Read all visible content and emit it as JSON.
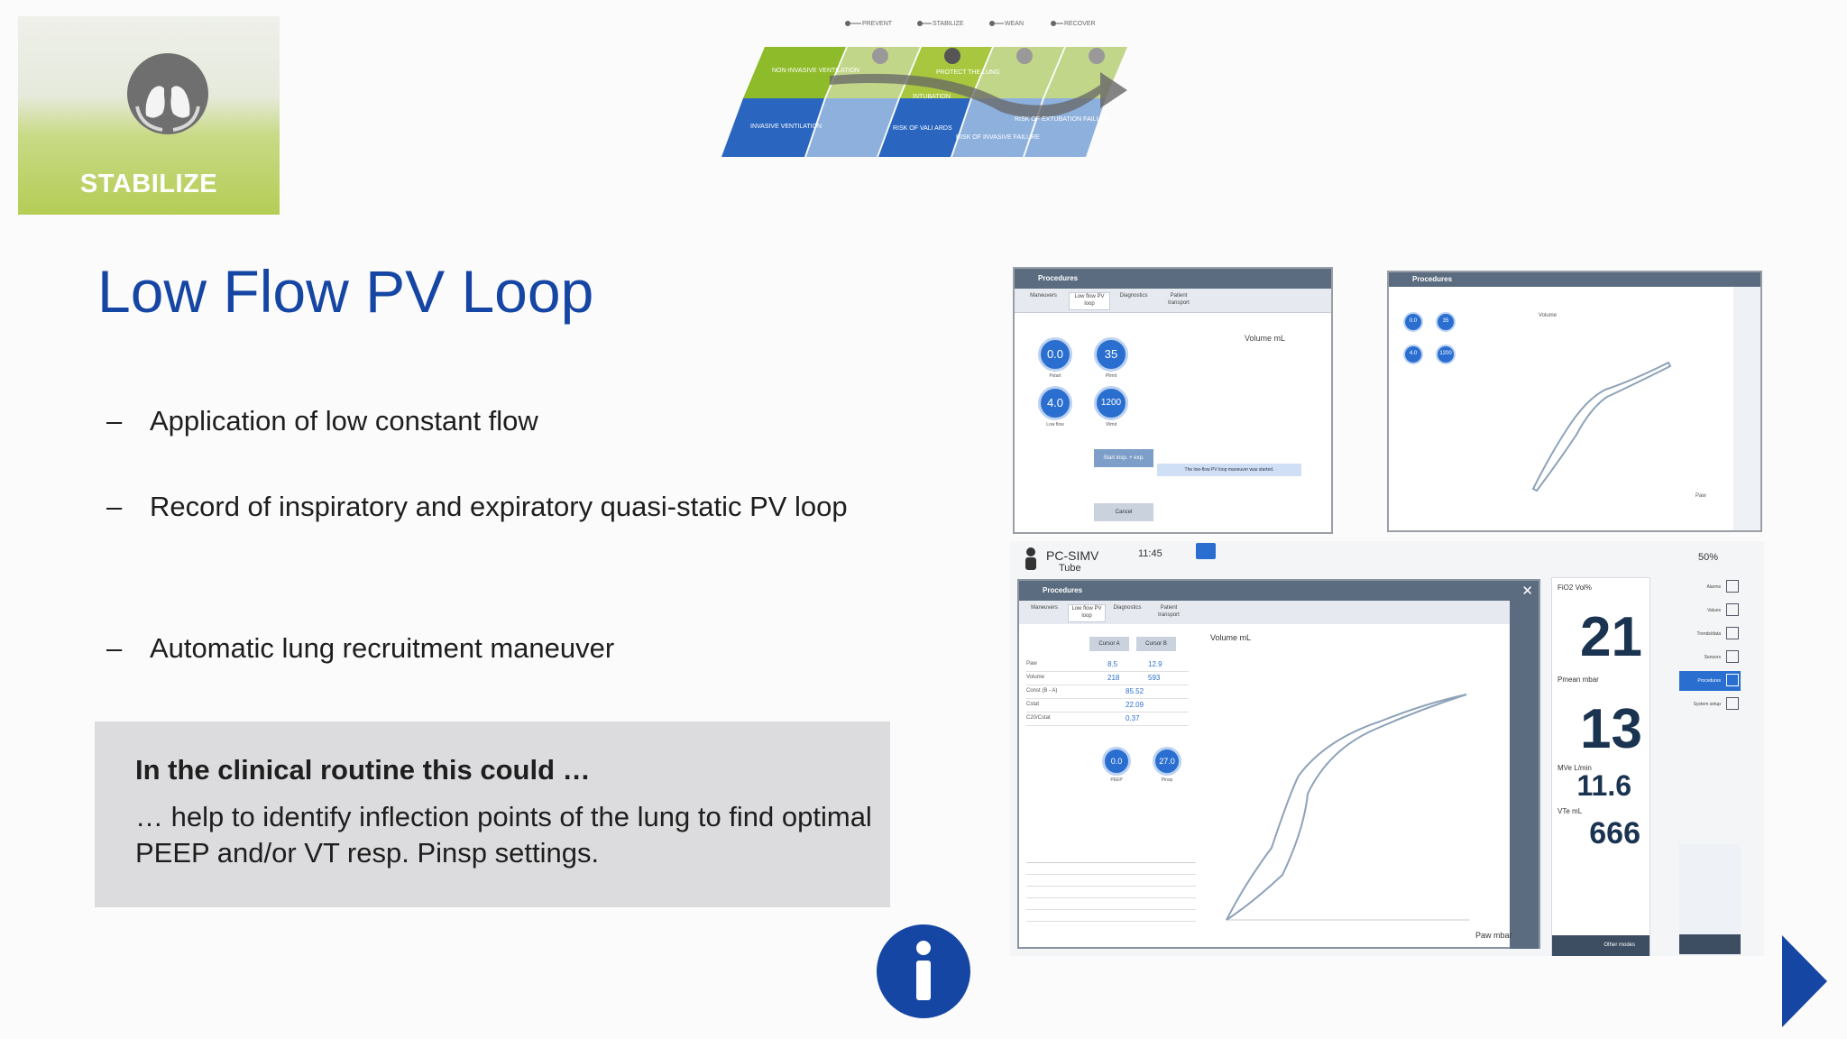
{
  "header": {
    "phase_tile": {
      "label": "STABILIZE",
      "icon": "lungs-icon"
    },
    "process": {
      "phases": [
        "PREVENT",
        "STABILIZE",
        "WEAN",
        "RECOVER"
      ],
      "rows": [
        "NON-INVASIVE VENTILATION",
        "INVASIVE VENTILATION"
      ],
      "labels": [
        "INTUBATION",
        "RISK OF VALI ARDS",
        "RISK OF INVASIVE FAILURE",
        "RISK OF EXTUBATION FAILURE",
        "PROTECT THE LUNG"
      ]
    }
  },
  "main": {
    "title": "Low Flow PV Loop",
    "bullets": [
      "Application of low constant flow",
      "Record of inspiratory and expiratory quasi-static PV loop",
      "Automatic lung recruitment maneuver"
    ],
    "bullet_dash": "–",
    "clinical": {
      "heading": "In the clinical routine this could …",
      "body": "… help to identify inflection points of the lung to find optimal PEEP and/or VT resp. Pinsp settings."
    }
  },
  "screen1": {
    "title": "Procedures",
    "tabs": [
      "Maneuvers",
      "Low flow PV loop",
      "Diagnostics",
      "Patient transport"
    ],
    "knobs": [
      {
        "value": "0.0",
        "label": "Pstart"
      },
      {
        "value": "35",
        "label": "Plimit"
      },
      {
        "value": "4.0",
        "label": "Low flow"
      },
      {
        "value": "1200",
        "label": "Vlimit"
      }
    ],
    "axis_label": "Volume",
    "axis_unit": "mL",
    "start_button": "Start insp. + exp.",
    "message": "The low-flow PV loop maneuver was started.",
    "cancel_button": "Cancel"
  },
  "screen2": {
    "title": "Procedures",
    "axis_label": "Volume",
    "x_label": "Paw"
  },
  "screen3": {
    "mode": "PC-SIMV",
    "tube": "Tube",
    "time": "11:45",
    "alarm": "50%",
    "title": "Procedures",
    "tabs": [
      "Maneuvers",
      "Low flow PV loop",
      "Diagnostics",
      "Patient transport"
    ],
    "cursor_buttons": [
      "Cursor A",
      "Cursor B"
    ],
    "table": [
      {
        "name": "Paw",
        "a": "8.5",
        "b": "12.9"
      },
      {
        "name": "Volume",
        "a": "218",
        "b": "593"
      },
      {
        "name": "Const (B - A)",
        "a": "85.52",
        "b": ""
      },
      {
        "name": "Cstat",
        "a": "22.09",
        "b": ""
      },
      {
        "name": "C20/Cstat",
        "a": "0.37",
        "b": ""
      }
    ],
    "knobs": [
      {
        "value": "0.0",
        "label": "PEEP"
      },
      {
        "value": "27.0",
        "label": "Pinsp"
      }
    ],
    "y_label": "Volume",
    "y_unit": "mL",
    "x_label": "Paw",
    "x_unit": "mbar",
    "fio2_label": "FiO2",
    "fio2_unit": "Vol%",
    "fio2_value": "21",
    "pmean_label": "Pmean",
    "pmean_unit": "mbar",
    "pmean_value": "13",
    "mve_label": "MVe",
    "mve_unit": "L/min",
    "mve_value": "11.6",
    "vte_label": "VTe",
    "vte_unit": "mL",
    "vte_value": "666",
    "side_menu": [
      "Alarms",
      "Values",
      "Trends/data",
      "Sensors",
      "Procedures",
      "System setup"
    ],
    "other_modes": "Other modes"
  },
  "colors": {
    "title_blue": "#1646a4",
    "green": "#b4cd55",
    "panel_gray": "#dcdcde"
  }
}
